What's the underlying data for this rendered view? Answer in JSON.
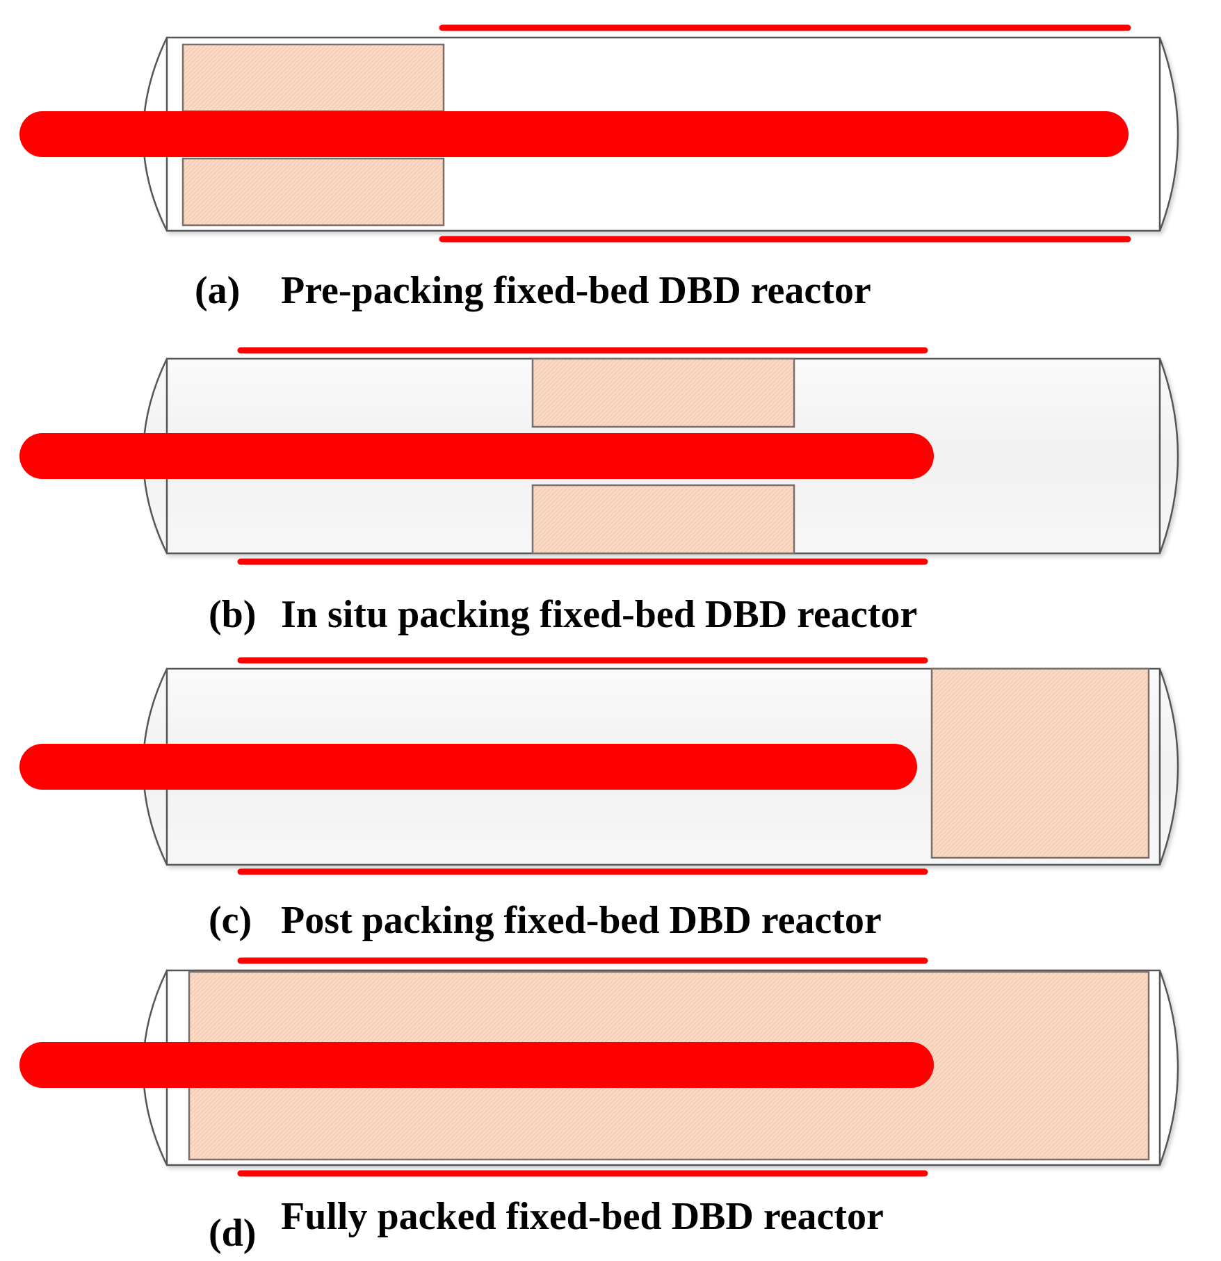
{
  "colors": {
    "electrode": "#ff0000",
    "packing_fill": "#fbd9c5",
    "packing_stroke": "#7a6e68",
    "tube_stroke": "#555555",
    "tube_fill_light": "#ffffff",
    "tube_fill_shaded": "#f3f3f3",
    "caption_text": "#000000"
  },
  "panels": [
    {
      "id": "a",
      "letter": "(a)",
      "caption": "Pre-packing fixed-bed DBD reactor"
    },
    {
      "id": "b",
      "letter": "(b)",
      "caption": "In situ packing fixed-bed DBD reactor"
    },
    {
      "id": "c",
      "letter": "(c)",
      "caption": "Post packing fixed-bed DBD reactor"
    },
    {
      "id": "d",
      "letter": "(d)",
      "caption": "Fully packed fixed-bed DBD reactor"
    }
  ]
}
